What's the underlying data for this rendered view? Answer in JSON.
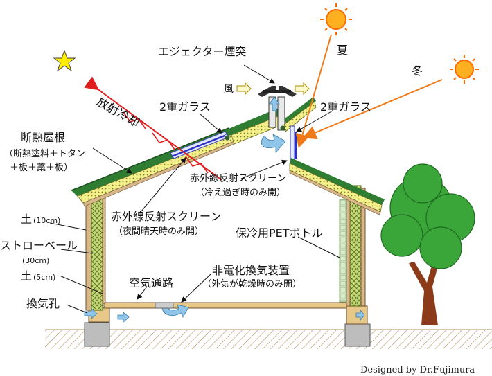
{
  "labels": {
    "ejector": "エジェクター煙突",
    "summer": "夏",
    "winter": "冬",
    "wind": "風",
    "double_glass_left": "2重ガラス",
    "double_glass_right": "2重ガラス",
    "radiative_cooling": "放射冷却",
    "insulated_roof": "断熱屋根",
    "roof_detail_1": "（断熱塗料＋トタン",
    "roof_detail_2": "＋板＋藁＋板）",
    "ir_screen_upper": "赤外線反射スクリーン",
    "ir_screen_upper_note": "（冷え過ぎ時のみ開）",
    "ir_screen_lower": "赤外線反射スクリーン",
    "ir_screen_lower_note": "（夜間晴天時のみ開）",
    "earth_10": "土",
    "earth_10_note": "(10cm)",
    "straw_bale": "ストローベール",
    "straw_bale_note": "(30cm)",
    "earth_5": "土",
    "earth_5_note": "(5cm)",
    "vent_hole": "換気孔",
    "air_passage": "空気通路",
    "pet_bottle": "保冷用PETボトル",
    "ventilator": "非電化換気装置",
    "ventilator_note": "（外気が乾燥時のみ開）",
    "credit": "Designed by Dr.Fujimura"
  },
  "colors": {
    "sun": "#ff6a00",
    "sun_core": "#ffb020",
    "star": "#ffee00",
    "sun_ray_line": "#ee7a1a",
    "radiation": "#e01e1e",
    "insulation": "#f2f07a",
    "roof_green": "#2e7d32",
    "wood": "#c9a070",
    "straw_wall": "#7ea040",
    "airflow": "#8ec5e8",
    "ir_screen": "#2c2cc8",
    "ground": "#d8c8a8",
    "tree_leaf": "#3aa63a",
    "trunk": "#8b3a1a"
  }
}
